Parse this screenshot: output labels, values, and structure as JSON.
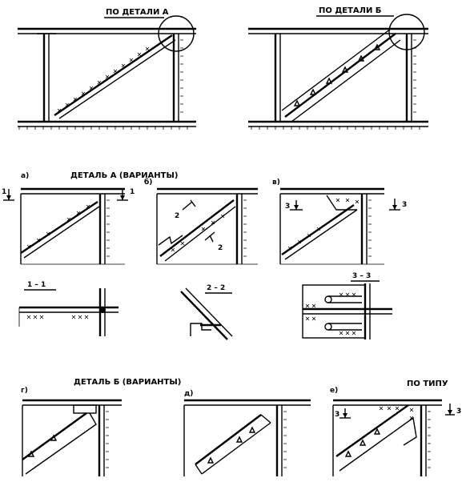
{
  "labels": {
    "detail_a_ref": "ПО ДЕТАЛИ А",
    "detail_b_ref": "ПО ДЕТАЛИ Б",
    "detail_a_title": "ДЕТАЛЬ А (ВАРИАНТЫ)",
    "detail_b_title": "ДЕТАЛЬ Б (ВАРИАНТЫ)",
    "by_type": "ПО ТИПУ",
    "variant_a": "а)",
    "variant_b": "б)",
    "variant_v": "в)",
    "variant_g": "г)",
    "variant_d": "д)",
    "variant_e": "е)",
    "section_1": "1 – 1",
    "section_2": "2 – 2",
    "section_3": "3 – 3",
    "mark_1": "1",
    "mark_2": "2",
    "mark_3": "3"
  }
}
